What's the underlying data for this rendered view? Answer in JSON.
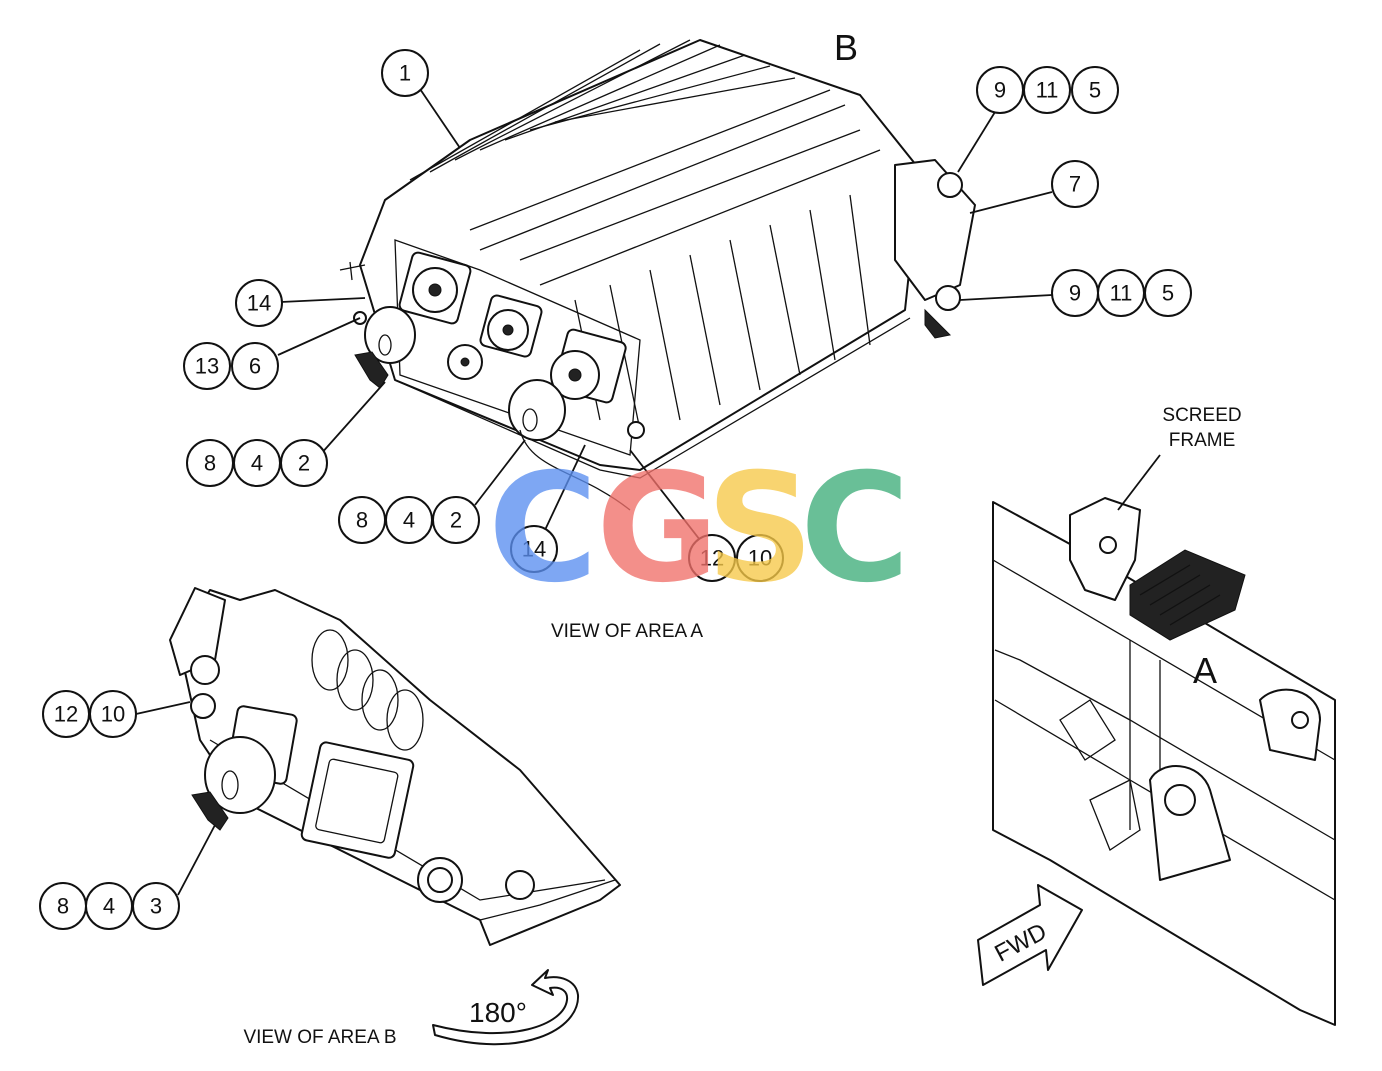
{
  "labels": {
    "area_b_letter": "B",
    "area_a_letter": "A",
    "screed_frame_line1": "SCREED",
    "screed_frame_line2": "FRAME",
    "view_area_a": "VIEW OF AREA  A",
    "view_area_b": "VIEW OF AREA  B",
    "rotation": "180°",
    "direction": "FWD"
  },
  "callouts": {
    "c1": "1",
    "c9a": "9",
    "c11a": "11",
    "c5a": "5",
    "c7": "7",
    "c9b": "9",
    "c11b": "11",
    "c5b": "5",
    "c14a": "14",
    "c13": "13",
    "c6": "6",
    "c8a": "8",
    "c4a": "4",
    "c2a": "2",
    "c8b": "8",
    "c4b": "4",
    "c2b": "2",
    "c14b": "14",
    "c12a": "12",
    "c10a": "10",
    "c12b": "12",
    "c10b": "10",
    "c8c": "8",
    "c4c": "4",
    "c3": "3"
  },
  "watermark": {
    "letters": [
      "C",
      "G",
      "S",
      "C"
    ],
    "colors": [
      "#5b8ff0",
      "#f0706a",
      "#f7c948",
      "#3fae7a"
    ]
  },
  "colors": {
    "line": "#111111",
    "background": "#ffffff"
  }
}
